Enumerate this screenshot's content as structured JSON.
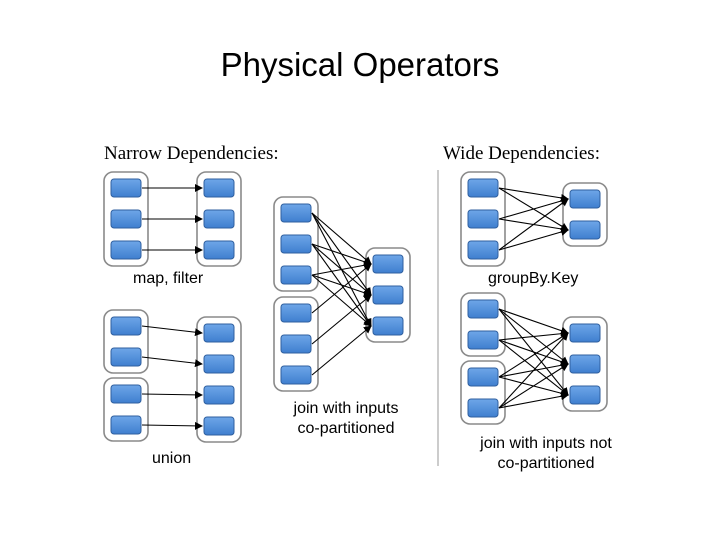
{
  "title": "Physical Operators",
  "narrow": {
    "heading": "Narrow Dependencies:",
    "map_filter_label": "map, filter",
    "union_label": "union",
    "join_label_line1": "join with inputs",
    "join_label_line2": "co-partitioned"
  },
  "wide": {
    "heading": "Wide Dependencies:",
    "groupbykey_label": "groupBy.Key",
    "join_label_line1": "join with inputs not",
    "join_label_line2": "co-partitioned"
  },
  "colors": {
    "partition_fill": "#4a8ad6",
    "partition_stroke": "#2f5f9f",
    "rdd_stroke": "#8a8a8a",
    "rdd_fill": "#ffffff",
    "arrow": "#000000",
    "divider": "#bbbbbb"
  }
}
